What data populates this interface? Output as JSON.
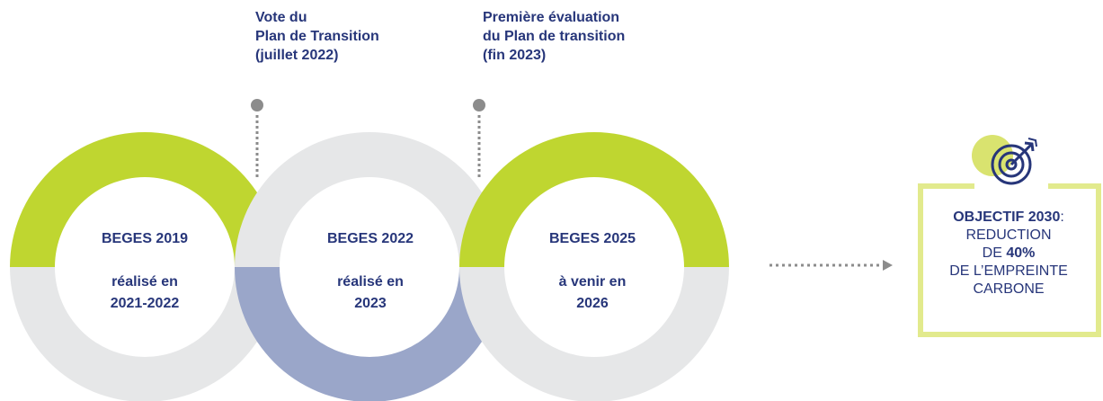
{
  "milestones": [
    {
      "lines": [
        "Vote du",
        "Plan de Transition",
        "(juillet 2022)"
      ]
    },
    {
      "lines": [
        "Première évaluation",
        "du Plan de transition",
        "(fin 2023)"
      ]
    }
  ],
  "circles": [
    {
      "title": "BEGES 2019",
      "sub_lines": [
        "réalisé en",
        "2021-2022"
      ],
      "top_color": "#bfd630",
      "bottom_color": "#e6e7e8"
    },
    {
      "title": "BEGES 2022",
      "sub_lines": [
        "réalisé en",
        "2023"
      ],
      "top_color": "#e6e7e8",
      "bottom_color": "#9aa6c9"
    },
    {
      "title": "BEGES 2025",
      "sub_lines": [
        "à venir en",
        "2026"
      ],
      "top_color": "#bfd630",
      "bottom_color": "#e6e7e8"
    }
  ],
  "objective": {
    "heading": "OBJECTIF 2030",
    "heading_suffix": ":",
    "line1": "REDUCTION",
    "line2_prefix": "DE ",
    "line2_value": "40%",
    "line3": "DE L’EMPREINTE",
    "line4": "CARBONE"
  },
  "icons": {
    "objective": "target-arrow-icon",
    "connector": "dotted-arrow-icon"
  },
  "colors": {
    "navy": "#27367a",
    "lime": "#bfd630",
    "lime_pale": "#e2ea8d",
    "grey": "#e6e7e8",
    "periwinkle": "#9aa6c9",
    "marker": "#8c8c8c"
  }
}
